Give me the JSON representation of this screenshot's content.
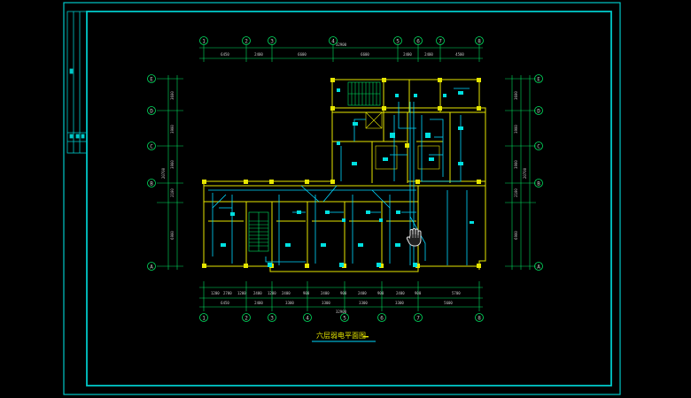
{
  "viewport": {
    "background": "#000000"
  },
  "colors": {
    "frame": "#00c8c8",
    "wall": "#e6e600",
    "grid": "#00e060",
    "wiring": "#00d8ff",
    "fixture": "#00e0e0",
    "text": "#c8c8c8"
  },
  "drawing": {
    "title": "六层弱电平面图",
    "scale": "▬▬",
    "grid_top": [
      "1",
      "2",
      "3",
      "4",
      "5",
      "6",
      "7",
      "8"
    ],
    "grid_bottom": [
      "1",
      "2",
      "3",
      "4",
      "5",
      "6",
      "7",
      "8"
    ],
    "grid_left": [
      "E",
      "D",
      "C",
      "B",
      "A"
    ],
    "grid_right": [
      "E",
      "D",
      "C",
      "B",
      "A"
    ]
  },
  "cursor": {
    "icon": "hand-pan-icon"
  }
}
